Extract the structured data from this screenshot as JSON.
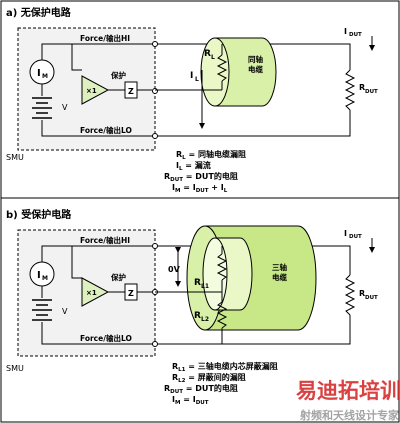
{
  "colors": {
    "wire": "#000000",
    "box_fill": "#f2f2f2",
    "cyl_fill": "#d8f0a8",
    "cyl_fill_light": "#eaf8c8",
    "cyl_fill_outer": "#c8e888",
    "amp_fill": "#dff0c0",
    "watermark_red": "#d42020",
    "watermark_gray": "#9a9a9a"
  },
  "panel_a": {
    "title": "a) 无保护电路",
    "smu_label": "SMU",
    "force_hi": "Force/输出HI",
    "force_lo": "Force/输出LO",
    "meter": "I",
    "meter_sub": "M",
    "voltage": "V",
    "amp_gain": "×1",
    "guard": "保护",
    "z": "Z",
    "rl": "R",
    "rl_sub": "L",
    "il": "I",
    "il_sub": "L",
    "cable": "同轴\n电缆",
    "idut": "I",
    "idut_sub": "DUT",
    "rdut": "R",
    "rdut_sub": "DUT",
    "legend": [
      {
        "sym": "R",
        "sub": "L",
        "text": " = 同轴电缆漏阻"
      },
      {
        "sym": "I",
        "sub": "L",
        "text": " = 漏流"
      },
      {
        "sym": "R",
        "sub": "DUT",
        "text": " = DUT的电阻"
      },
      {
        "sym": "I",
        "sub": "M",
        "text": " = I",
        "sub2": "DUT",
        "tail": " + I",
        "sub3": "L"
      }
    ]
  },
  "panel_b": {
    "title": "b) 受保护电路",
    "smu_label": "SMU",
    "force_hi": "Force/输出HI",
    "force_lo": "Force/输出LO",
    "meter": "I",
    "meter_sub": "M",
    "voltage": "V",
    "amp_gain": "×1",
    "guard": "保护",
    "z": "Z",
    "zero_v": "0V",
    "rl1": "R",
    "rl1_sub": "L1",
    "rl2": "R",
    "rl2_sub": "L2",
    "cable": "三轴\n电缆",
    "idut": "I",
    "idut_sub": "DUT",
    "rdut": "R",
    "rdut_sub": "DUT",
    "legend": [
      {
        "sym": "R",
        "sub": "L1",
        "text": " = 三轴电缆内芯屏蔽漏阻"
      },
      {
        "sym": "R",
        "sub": "L2",
        "text": " = 屏蔽间的漏阻"
      },
      {
        "sym": "R",
        "sub": "DUT",
        "text": " = DUT的电阻"
      },
      {
        "sym": "I",
        "sub": "M",
        "text": " = I",
        "sub2": "DUT"
      }
    ]
  },
  "watermark": {
    "main": "易迪拓培训",
    "sub": "射频和天线设计专家"
  }
}
